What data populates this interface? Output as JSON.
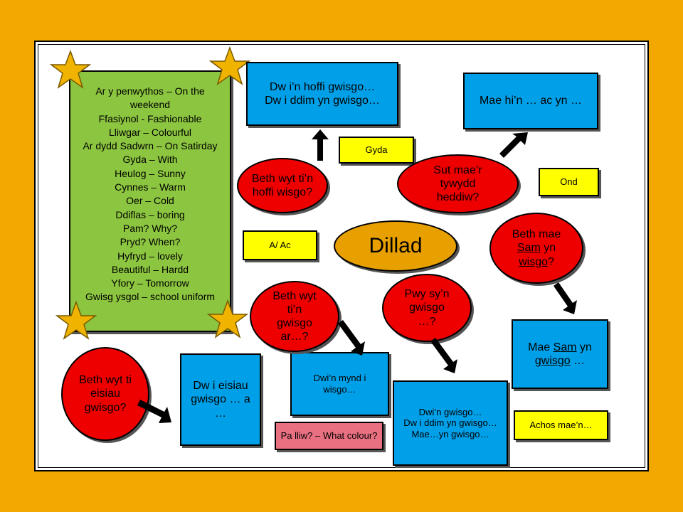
{
  "title": "Dillad",
  "vocab": [
    "Ar y penwythos – On the weekend",
    "Ffasiynol - Fashionable",
    "Lliwgar – Colourful",
    "Ar dydd Sadwrn – On Satirday",
    "Gyda – With",
    "Heulog – Sunny",
    "Cynnes – Warm",
    "Oer – Cold",
    "Ddiflas – boring",
    "Pam? Why?",
    "Pryd? When?",
    "Hyfryd – lovely",
    "Beautiful – Hardd",
    "Yfory – Tomorrow",
    "Gwisg ysgol – school uniform"
  ],
  "questions": {
    "hoffi": "Beth wyt ti’n hoffi wisgo?",
    "tywydd": "Sut mae’r tywydd heddiw?",
    "sam": [
      "Beth mae ",
      "Sam",
      " yn ",
      "wisgo",
      "?"
    ],
    "gwisgo_ar": "Beth wyt ti’n gwisgo ar…?",
    "pwy": "Pwy sy’n gwisgo …?",
    "eisiau": "Beth wyt ti eisiau gwisgo?"
  },
  "answers": {
    "hoffi_1": "Dw i’n hoffi gwisgo…",
    "hoffi_2": "Dw i ddim yn gwisgo…",
    "hin": "Mae hi’n … ac yn …",
    "sam": [
      "Mae ",
      "Sam",
      " yn ",
      "gwisgo",
      " …"
    ],
    "mynd": "Dwi’n mynd i wisgo…",
    "gwisgo_1": "Dwi’n gwisgo…",
    "gwisgo_2": "Dw i ddim yn gwisgo…",
    "gwisgo_3": "Mae…yn gwisgo…",
    "eisiau": "Dw i eisiau gwisgo … a …"
  },
  "connectives": {
    "gyda": "Gyda",
    "ond": "Ond",
    "a_ac": "A/ Ac",
    "achos": "Achos mae’n…",
    "pa_lliw": "Pa lliw? – What colour?"
  },
  "colors": {
    "background": "#F2A800",
    "blue": "#00A0E8",
    "red": "#EE0000",
    "yellow": "#FFFF00",
    "green": "#8CC540",
    "pink": "#E87080",
    "star": "#F0B400"
  }
}
